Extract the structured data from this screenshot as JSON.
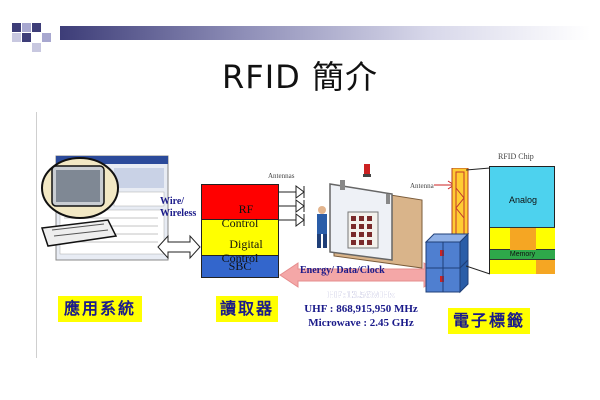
{
  "slide": {
    "title": "RFID  簡介"
  },
  "application": {
    "caption": "應用系統",
    "link_label": "Wire/\nWireless"
  },
  "reader": {
    "caption": "讀取器",
    "blocks": [
      {
        "label": "RF\nControl",
        "color": "#ff0000"
      },
      {
        "label": "Digital\nControl",
        "color": "#ffff00"
      },
      {
        "label": "SBC",
        "color": "#3366cc"
      }
    ],
    "antenna_label": "Antennas"
  },
  "air": {
    "energy_label": "Energy/ Data/Clock",
    "freq_hf": "HF:13.56MHz",
    "freq_uhf": "UHF : 868,915,950 MHz",
    "freq_mw": "Microwave : 2.45 GHz"
  },
  "tag": {
    "caption": "電子標籤",
    "antenna_label": "Antenna",
    "chip_label": "RFID Chip",
    "analog_label": "Analog",
    "memory_label": "Memory"
  },
  "colors": {
    "accent_yellow": "#ffff00",
    "caption_text": "#1a1a8a",
    "arrow_pink": "#f4a7a7",
    "chip_cyan": "#4dd2ee"
  }
}
